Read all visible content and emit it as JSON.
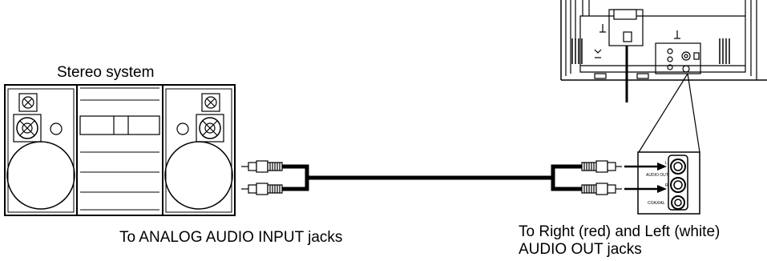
{
  "labels": {
    "stereo_system": "Stereo system",
    "analog_input": "To ANALOG AUDIO INPUT jacks",
    "audio_out_line1": "To Right (red) and Left (white)",
    "audio_out_line2": "AUDIO OUT jacks"
  },
  "jack_panel": {
    "audio_out": "AUDIO OUT",
    "coaxial": "COAXIAL",
    "left": "L",
    "right": "R"
  },
  "colors": {
    "line": "#000000",
    "background": "#ffffff"
  }
}
